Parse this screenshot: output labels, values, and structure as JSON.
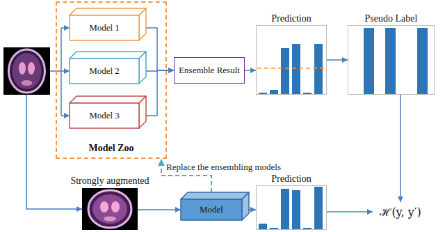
{
  "diagram": {
    "nodes": [
      {
        "text": [
          "Model Zoo"
        ]
      },
      {
        "text": [
          "Model 1"
        ],
        "in": 0
      },
      {
        "text": [
          "Model 2"
        ],
        "in": 0
      },
      {
        "text": [
          "Model 3"
        ],
        "in": 0
      },
      {
        "text": [
          "Ensemble Result"
        ]
      },
      {
        "text": [
          "Prediction"
        ]
      },
      {
        "text": [
          "Pseudo Label"
        ]
      },
      {
        "text": [
          "Strongly augmented"
        ]
      },
      {
        "text": [
          "Model"
        ]
      },
      {
        "text": [
          "Prediction"
        ]
      },
      {
        "text": [
          "ℋ(y, y′)"
        ]
      }
    ],
    "edges": [
      {
        "from": 1,
        "to": 4,
        "arrow": "to"
      },
      {
        "from": 2,
        "to": 4,
        "arrow": "to"
      },
      {
        "from": 3,
        "to": 4,
        "arrow": "to"
      },
      {
        "from": 4,
        "to": 5,
        "arrow": "to"
      },
      {
        "from": 5,
        "to": 6,
        "arrow": "to"
      },
      {
        "from": 6,
        "to": 10,
        "arrow": "to"
      },
      {
        "from": 7,
        "to": 8,
        "arrow": "to"
      },
      {
        "from": 8,
        "to": 9,
        "arrow": "to"
      },
      {
        "from": 9,
        "to": 10,
        "arrow": "to"
      },
      {
        "from": 8,
        "to": 0,
        "label": "Replace the ensembling models",
        "arrow": "to"
      }
    ]
  }
}
